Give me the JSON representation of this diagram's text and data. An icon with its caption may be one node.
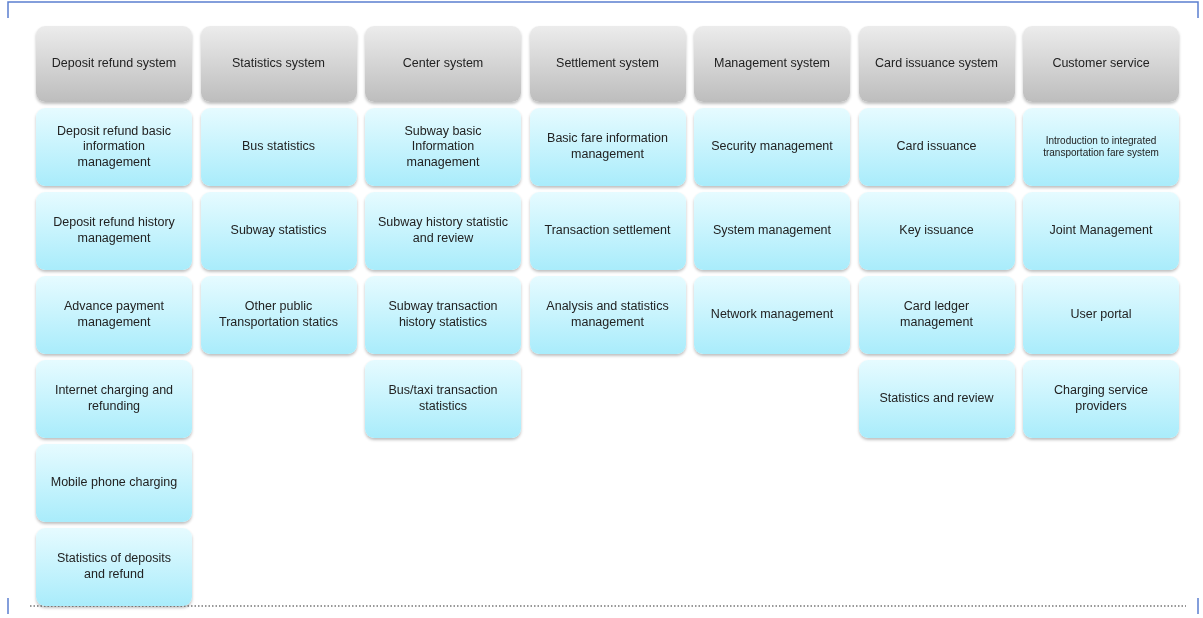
{
  "diagram": {
    "nodes": [
      {
        "text": [
          "Deposit refund system"
        ]
      },
      {
        "text": [
          "Deposit refund basic information management"
        ]
      },
      {
        "text": [
          "Deposit refund history management"
        ]
      },
      {
        "text": [
          "Advance payment management"
        ]
      },
      {
        "text": [
          "Internet charging and refunding"
        ]
      },
      {
        "text": [
          "Mobile phone charging"
        ]
      },
      {
        "text": [
          "Statistics of deposits and refund"
        ]
      },
      {
        "text": [
          "Statistics system"
        ]
      },
      {
        "text": [
          "Bus statistics"
        ]
      },
      {
        "text": [
          "Subway statistics"
        ]
      },
      {
        "text": [
          "Other public Transportation statics"
        ]
      },
      {
        "text": [
          "Center system"
        ]
      },
      {
        "text": [
          "Subway basic Information management"
        ]
      },
      {
        "text": [
          "Subway history statistic and review"
        ]
      },
      {
        "text": [
          "Subway transaction history statistics"
        ]
      },
      {
        "text": [
          "Bus/taxi transaction statistics"
        ]
      },
      {
        "text": [
          "Settlement system"
        ]
      },
      {
        "text": [
          "Basic fare information management"
        ]
      },
      {
        "text": [
          "Transaction settlement"
        ]
      },
      {
        "text": [
          "Analysis and statistics management"
        ]
      },
      {
        "text": [
          "Management system"
        ]
      },
      {
        "text": [
          "Security management"
        ]
      },
      {
        "text": [
          "System management"
        ]
      },
      {
        "text": [
          "Network management"
        ]
      },
      {
        "text": [
          "Card issuance system"
        ]
      },
      {
        "text": [
          "Card issuance"
        ]
      },
      {
        "text": [
          "Key issuance"
        ]
      },
      {
        "text": [
          "Card ledger management"
        ]
      },
      {
        "text": [
          "Statistics and review"
        ]
      },
      {
        "text": [
          "Customer service"
        ]
      },
      {
        "text": [
          "Introduction to integrated transportation fare system"
        ]
      },
      {
        "text": [
          "Joint Management"
        ]
      },
      {
        "text": [
          "User portal"
        ]
      },
      {
        "text": [
          "Charging service providers"
        ]
      }
    ],
    "edges": []
  }
}
